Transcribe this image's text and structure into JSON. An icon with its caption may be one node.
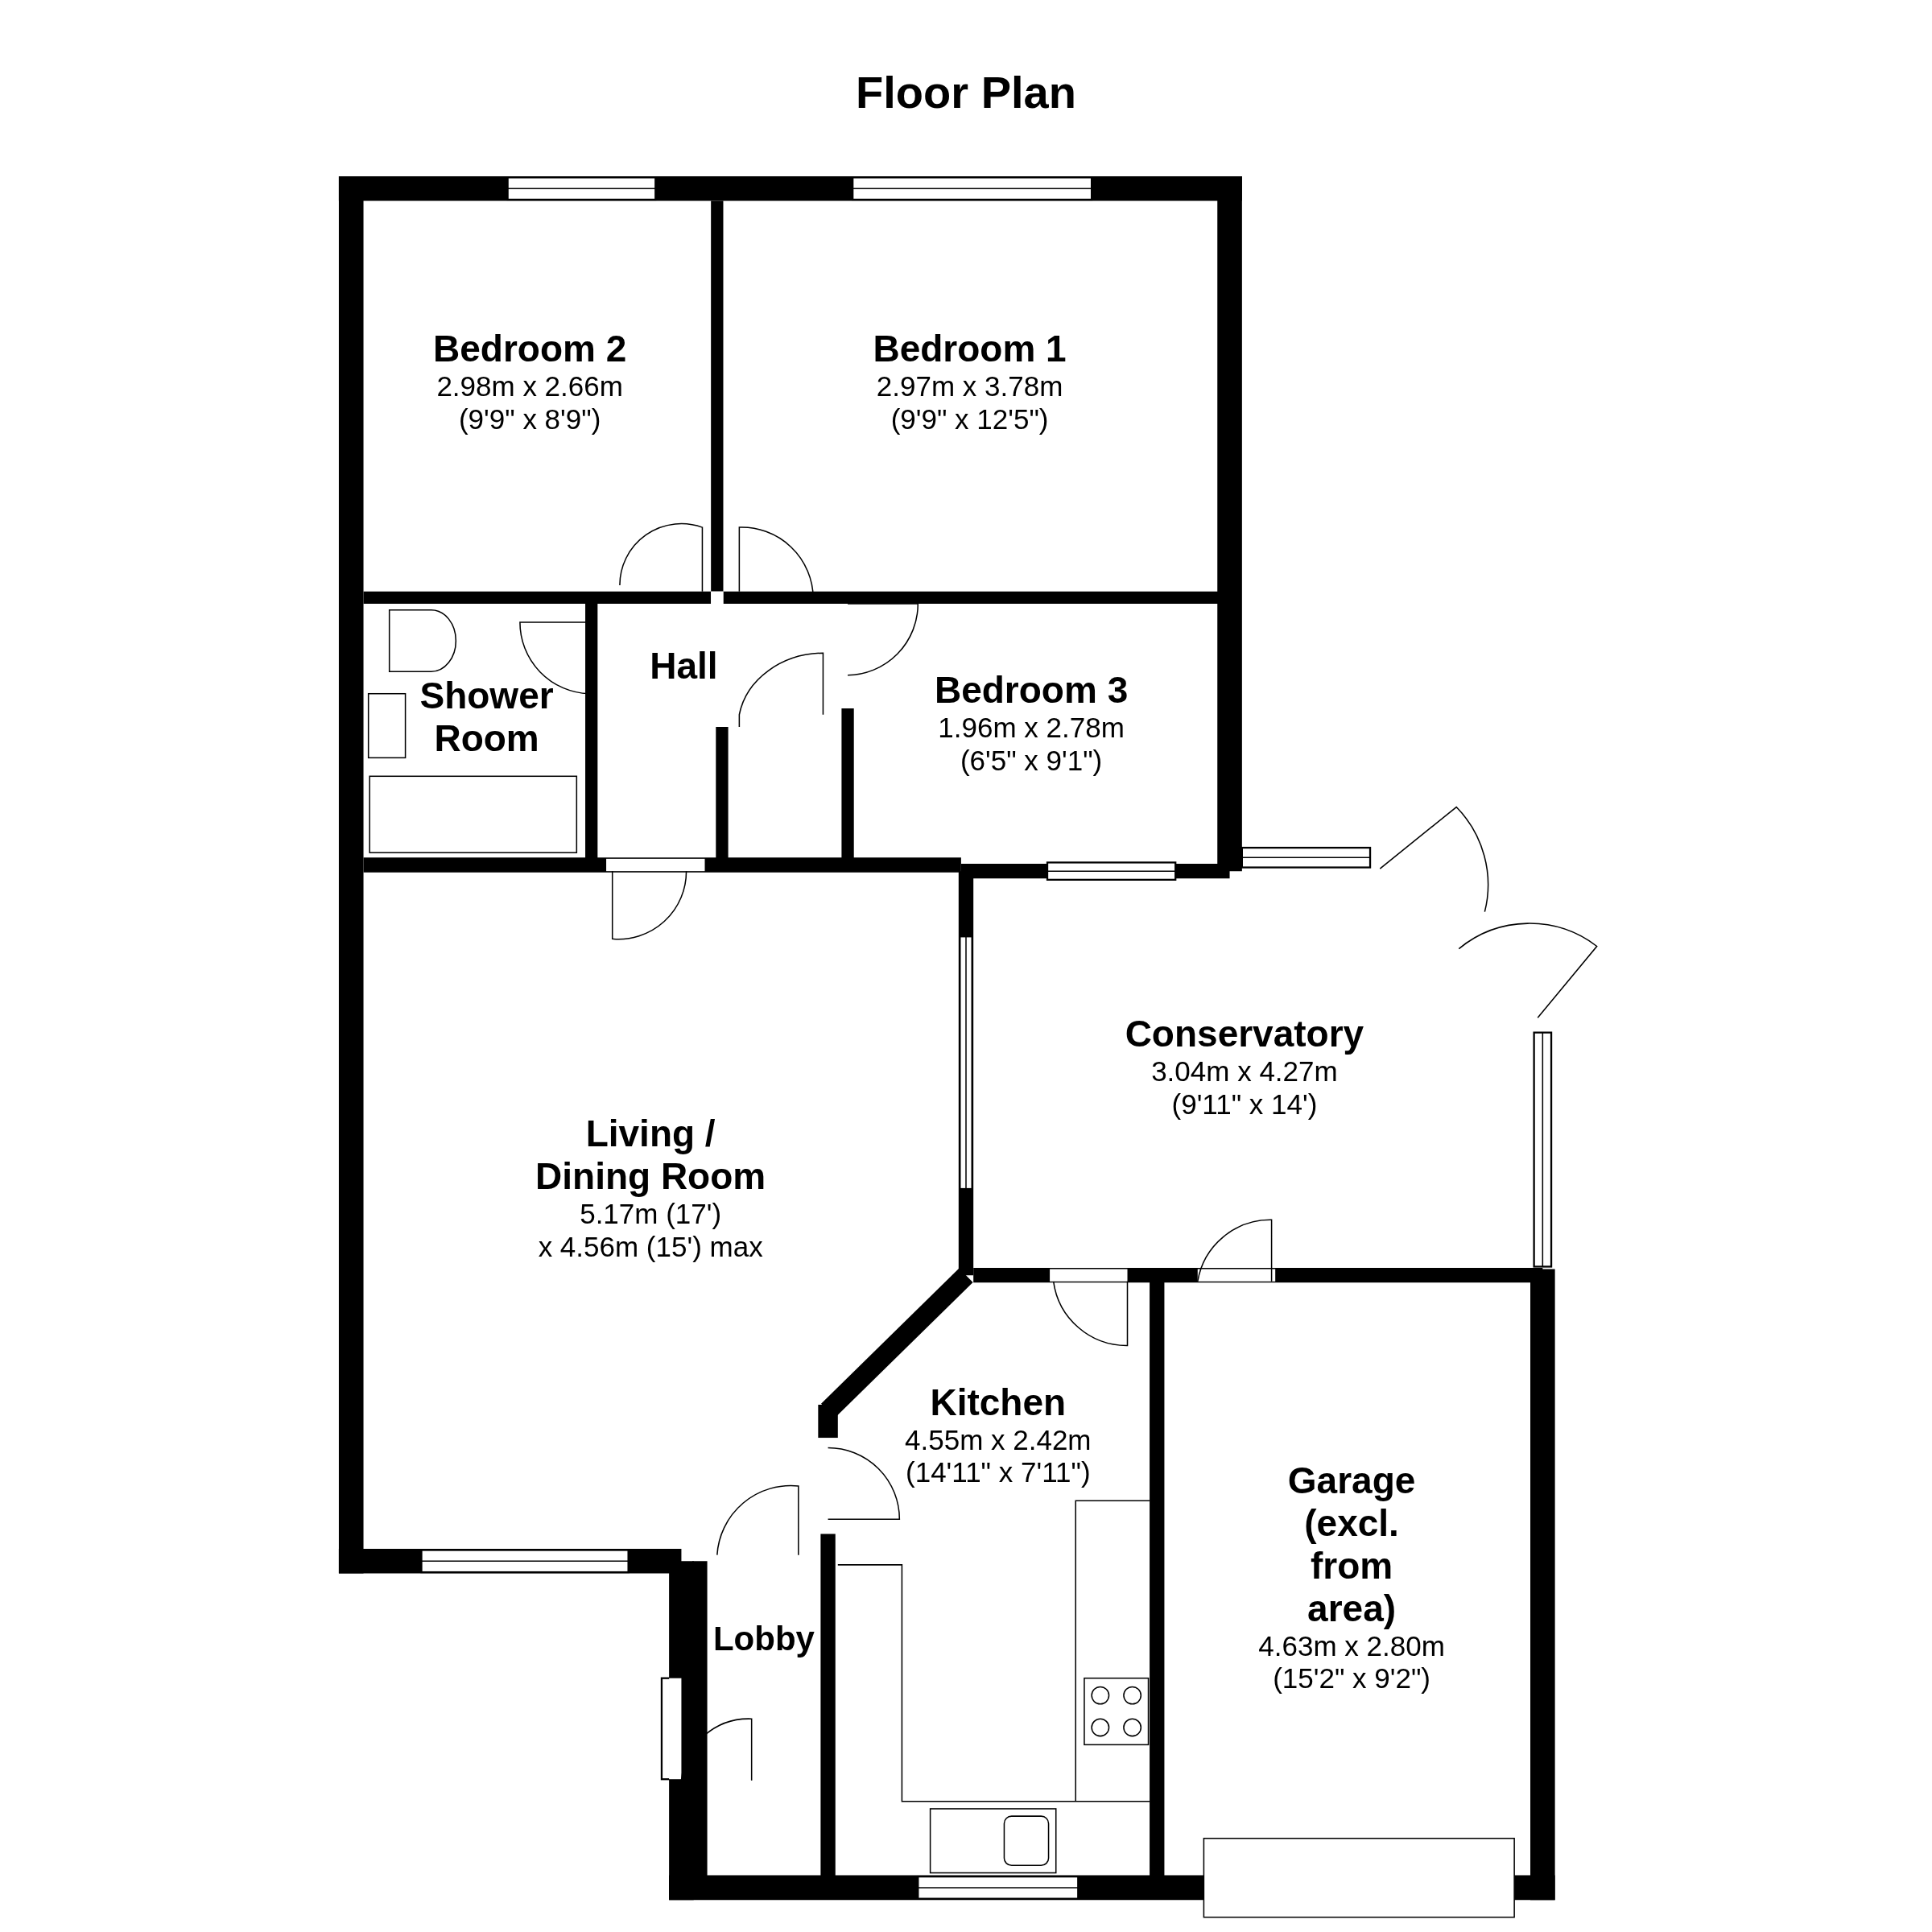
{
  "diagram": {
    "title": "Floor Plan",
    "nodes": [
      {
        "text": [
          "Bedroom 2",
          "2.98m x 2.66m",
          "(9'9\" x 8'9\")"
        ]
      },
      {
        "text": [
          "Bedroom 1",
          "2.97m x 3.78m",
          "(9'9\" x 12'5\")"
        ]
      },
      {
        "text": [
          "Shower Room"
        ]
      },
      {
        "text": [
          "Hall"
        ]
      },
      {
        "text": [
          "Bedroom 3",
          "1.96m x 2.78m",
          "(6'5\" x 9'1\")"
        ]
      },
      {
        "text": [
          "Conservatory",
          "3.04m x 4.27m",
          "(9'11\" x 14')"
        ]
      },
      {
        "text": [
          "Living / Dining Room",
          "5.17m (17')",
          "x 4.56m (15') max"
        ]
      },
      {
        "text": [
          "Kitchen",
          "4.55m x 2.42m",
          "(14'11\" x 7'11\")"
        ]
      },
      {
        "text": [
          "Garage (excl. from area)",
          "4.63m x 2.80m",
          "(15'2\" x 9'2\")"
        ]
      },
      {
        "text": [
          "Lobby"
        ]
      }
    ]
  }
}
